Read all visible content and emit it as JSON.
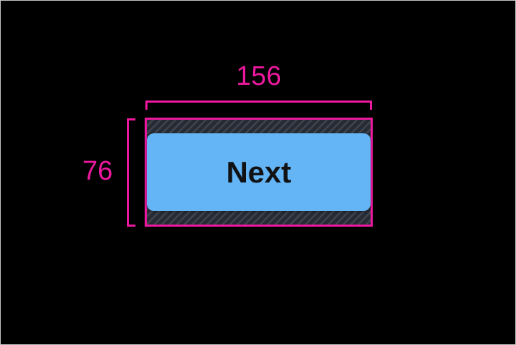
{
  "overlay": {
    "width_label": "156",
    "height_label": "76"
  },
  "button": {
    "label": "Next"
  },
  "colors": {
    "canvas-bg": "#000000",
    "frame-border": "#c7c7c7",
    "measure-pink": "#ed189e",
    "padding-base": "#3e4450",
    "padding-stripe": "#272c34",
    "button-blue": "#64b5f6",
    "button-text": "#101214"
  }
}
